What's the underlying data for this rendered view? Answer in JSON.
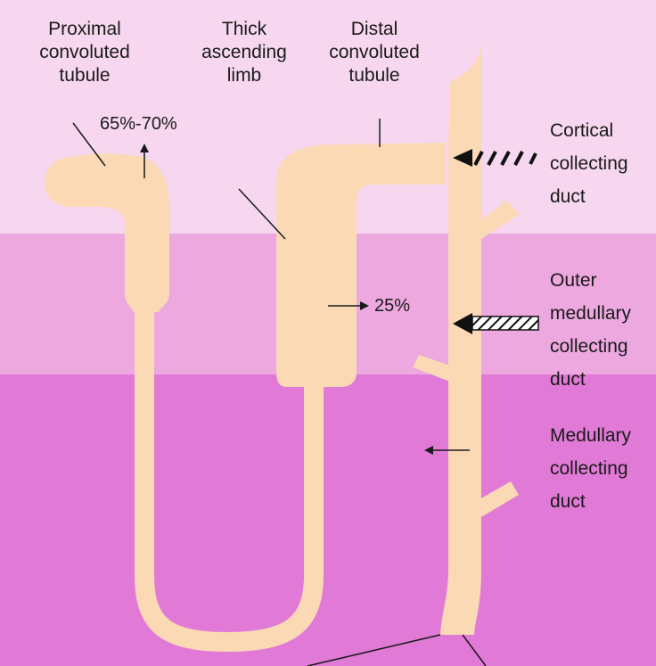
{
  "zones": {
    "cortex_color": "#f6d7ef",
    "outer_medulla_color": "#eca8df",
    "inner_medulla_color": "#e179d6"
  },
  "tubule_color": "#fbd9b5",
  "labels": {
    "proximal": [
      "Proximal",
      "convoluted",
      "tubule"
    ],
    "thick": [
      "Thick",
      "ascending",
      "limb"
    ],
    "distal": [
      "Distal",
      "convoluted",
      "tubule"
    ],
    "cortical": [
      "Cortical",
      "collecting",
      "duct"
    ],
    "outer": [
      "Outer",
      "medullary",
      "collecting",
      "duct"
    ],
    "medullary": [
      "Medullary",
      "collecting",
      "duct"
    ]
  },
  "percentages": {
    "proximal": "65%-70%",
    "thick": "25%"
  }
}
